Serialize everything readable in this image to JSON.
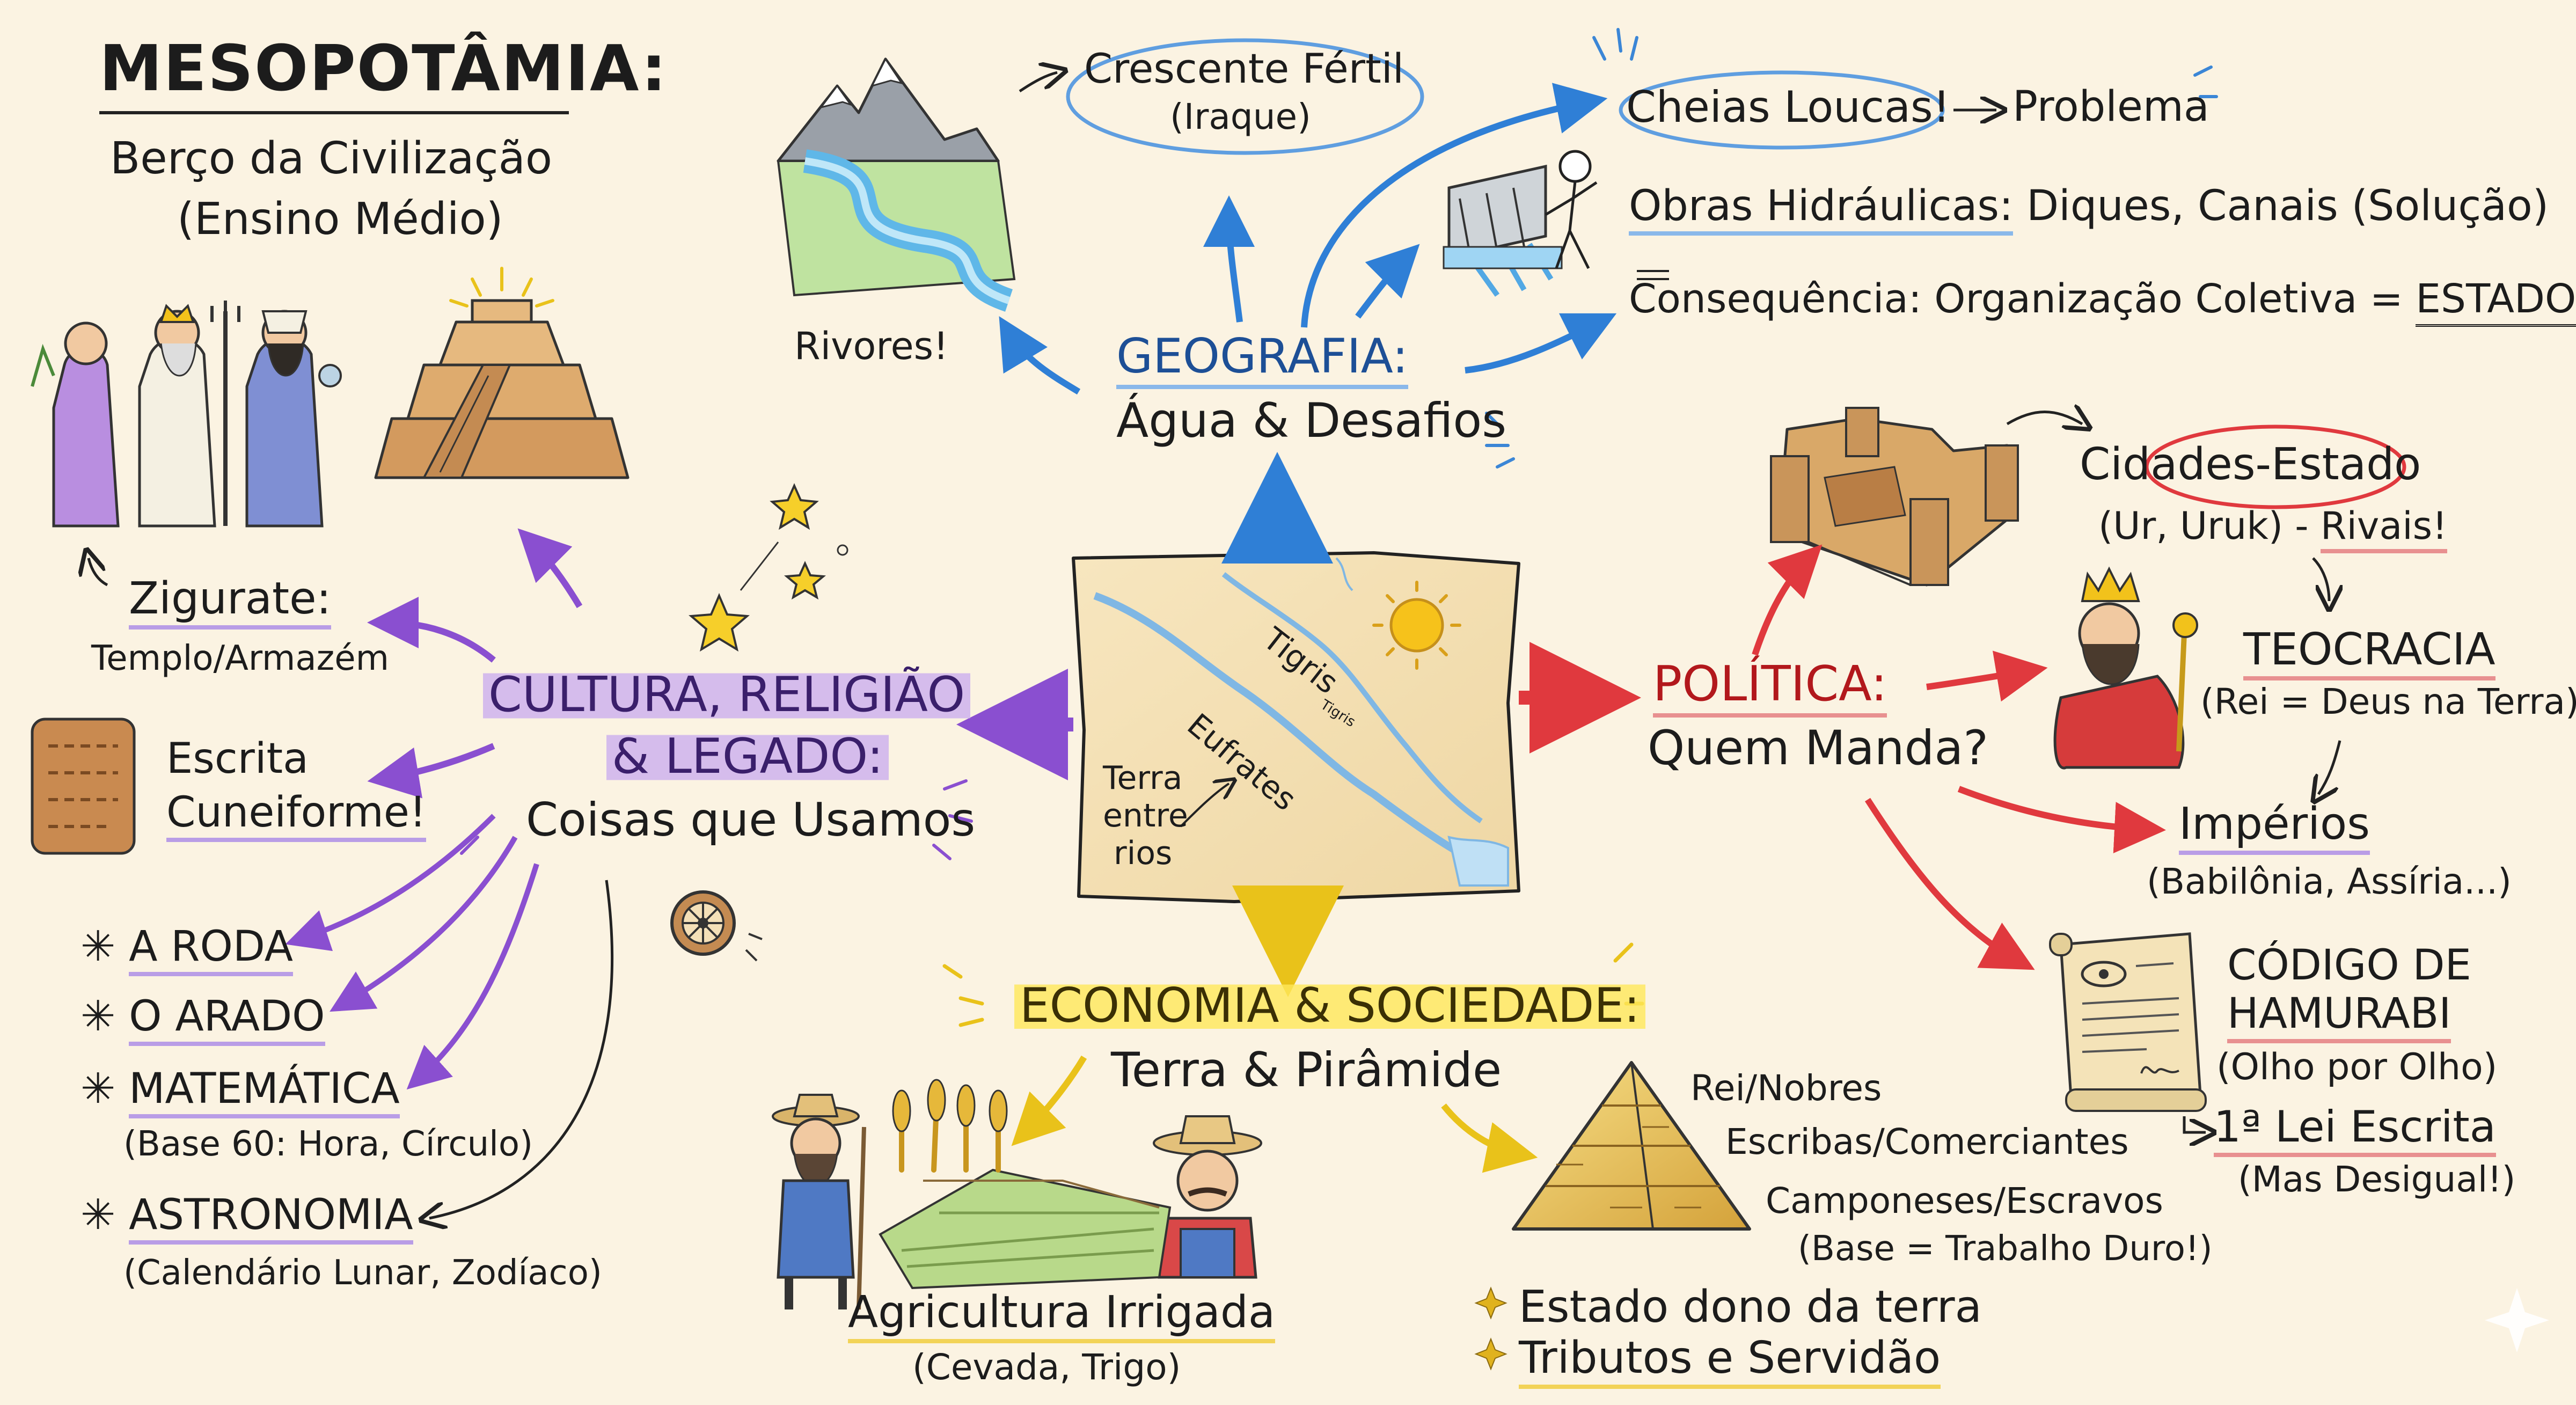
{
  "title": {
    "main": "MESOPOTÂMIA:",
    "sub1": "Berço da Civilização",
    "sub2": "(Ensino Médio)"
  },
  "center_map": {
    "river1": "Tigris",
    "river1_small": "Tigris",
    "river2": "Eufrates",
    "caption_l1": "Terra",
    "caption_l2": "entre",
    "caption_l3": "rios"
  },
  "geografia": {
    "heading": "GEOGRAFIA:",
    "subheading": "Água & Desafios",
    "rivers_label": "Rivores!",
    "crescente_l1": "Crescente Fértil",
    "crescente_l2": "(Iraque)",
    "cheias": "Cheias Loucas!",
    "problema": "Problema",
    "obras_label": "Obras Hidráulicas:",
    "obras_text": "Diques, Canais (Solução)",
    "consequencia": "Consequência: Organização Coletiva =",
    "estado": "ESTADO"
  },
  "politica": {
    "heading": "POLÍTICA:",
    "subheading": "Quem Manda?",
    "cidades": "Cidades-Estado",
    "cidades_sub": "(Ur, Uruk) -",
    "rivais": "Rivais!",
    "teocracia": "TEOCRACIA",
    "teocracia_sub": "(Rei = Deus na Terra)",
    "imperios": "Impérios",
    "imperios_sub": "(Babilônia, Assíria...)",
    "codigo_l1": "CÓDIGO DE",
    "codigo_l2": "HAMURABI",
    "codigo_sub": "(Olho por Olho)",
    "lei": "1ª Lei Escrita",
    "lei_sub": "(Mas Desigual!)"
  },
  "cultura": {
    "heading_l1": "CULTURA, RELIGIÃO",
    "heading_l2": "& LEGADO:",
    "subheading": "Coisas que Usamos",
    "zigurate": "Zigurate:",
    "zigurate_sub": "Templo/Armazém",
    "escrita_l1": "Escrita",
    "escrita_l2": "Cuneiforme!",
    "roda": "A RODA",
    "arado": "O ARADO",
    "matematica": "MATEMÁTICA",
    "matematica_sub": "(Base 60: Hora, Círculo)",
    "astronomia": "ASTRONOMIA",
    "astronomia_sub": "(Calendário Lunar, Zodíaco)"
  },
  "economia": {
    "heading": "ECONOMIA & SOCIEDADE:",
    "subheading": "Terra & Pirâmide",
    "agricultura": "Agricultura Irrigada",
    "agricultura_sub": "(Cevada, Trigo)",
    "rei": "Rei/Nobres",
    "escribas": "Escribas/Comerciantes",
    "camponeses": "Camponeses/Escravos",
    "camponeses_sub": "(Base = Trabalho Duro!)",
    "estado_dono": "Estado dono da terra",
    "tributos": "Tributos e Servidão"
  },
  "icons": [
    "mountains-river-icon",
    "dam-icon",
    "stick-figure-icon",
    "city-walls-icon",
    "king-icon",
    "scroll-icon",
    "gods-icon",
    "ziggurat-icon",
    "cuneiform-tablet-icon",
    "wheel-icon",
    "farmer-icon",
    "wheat-icon",
    "pyramid-icon",
    "sun-icon",
    "star-icon",
    "sparkle-icon"
  ],
  "colors": {
    "geografia": "#2f7fd6",
    "politica": "#e0393e",
    "cultura": "#8a4fd0",
    "economia": "#e9c21a",
    "background": "#fbf3e2"
  }
}
